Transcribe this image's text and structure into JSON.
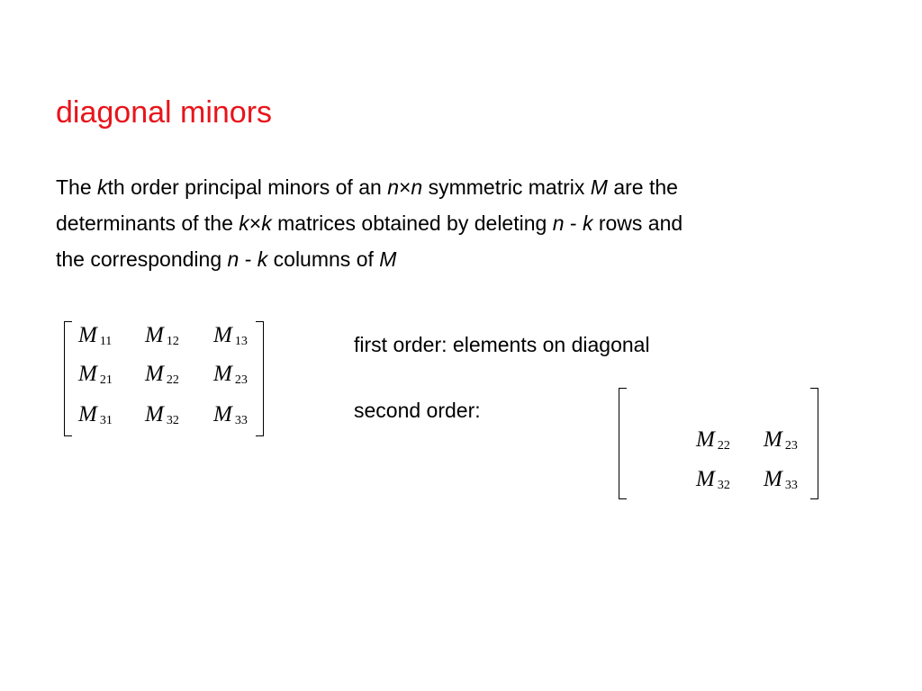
{
  "slide": {
    "title": "diagonal minors",
    "title_color": "#e8141b"
  },
  "paragraph": {
    "line1": {
      "t1": "The ",
      "k": "k",
      "t2": "th order principal minors of an ",
      "n1": "n",
      "times": "×",
      "n2": "n",
      "t3": " symmetric matrix ",
      "M": "M",
      "t4": " are the"
    },
    "line2": {
      "t1": "determinants of the ",
      "k1": "k",
      "times": "×",
      "k2": "k",
      "t2": " matrices obtained by deleting ",
      "n": "n",
      "minus": " - ",
      "k3": "k",
      "t3": " rows and"
    },
    "line3": {
      "t1": "the corresponding ",
      "n": "n",
      "minus": " - ",
      "k": "k",
      "t2": " columns of ",
      "M": "M"
    }
  },
  "full_matrix": {
    "symbol": "M",
    "rows": [
      [
        "11",
        "12",
        "13"
      ],
      [
        "21",
        "22",
        "23"
      ],
      [
        "31",
        "32",
        "33"
      ]
    ]
  },
  "first_order_text": "first order: elements on diagonal",
  "second_order_text": "second order:",
  "second_order_matrix": {
    "symbol": "M",
    "rows": [
      [
        "22",
        "23"
      ],
      [
        "32",
        "33"
      ]
    ]
  }
}
